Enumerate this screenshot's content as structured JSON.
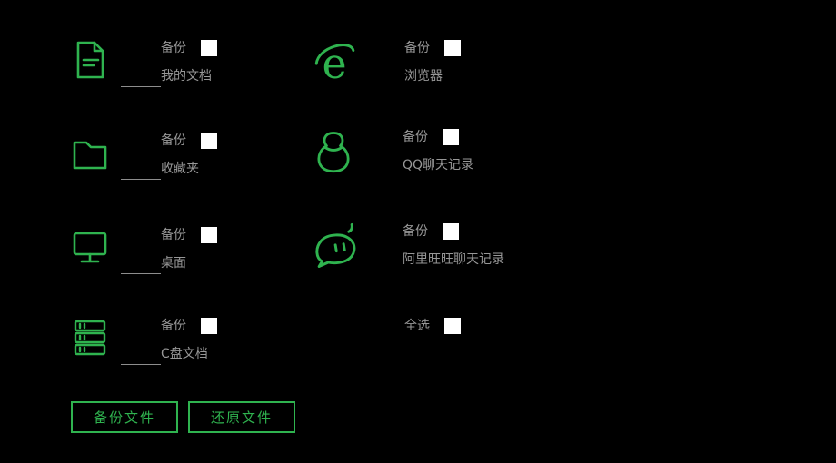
{
  "theme": {
    "background": "#000000",
    "accent_green": "#2fb34f",
    "text_gray": "#979797",
    "checkbox_fill": "#ffffff",
    "connector_line": "#8d8d8d"
  },
  "items": [
    {
      "backup_label": "备份",
      "name": "我的文档",
      "icon": "document-icon",
      "checked": false
    },
    {
      "backup_label": "备份",
      "name": "收藏夹",
      "icon": "folder-icon",
      "checked": false
    },
    {
      "backup_label": "备份",
      "name": "桌面",
      "icon": "monitor-icon",
      "checked": false
    },
    {
      "backup_label": "备份",
      "name": "C盘文档",
      "icon": "drive-stack-icon",
      "checked": false
    },
    {
      "backup_label": "备份",
      "name": "浏览器",
      "icon": "ie-browser-icon",
      "checked": false
    },
    {
      "backup_label": "备份",
      "name": "QQ聊天记录",
      "icon": "qq-penguin-icon",
      "checked": false
    },
    {
      "backup_label": "备份",
      "name": "阿里旺旺聊天记录",
      "icon": "wangwang-icon",
      "checked": false
    },
    {
      "backup_label": "全选",
      "name": "",
      "icon": null,
      "checked": false
    }
  ],
  "buttons": {
    "backup": "备份文件",
    "restore": "还原文件"
  }
}
